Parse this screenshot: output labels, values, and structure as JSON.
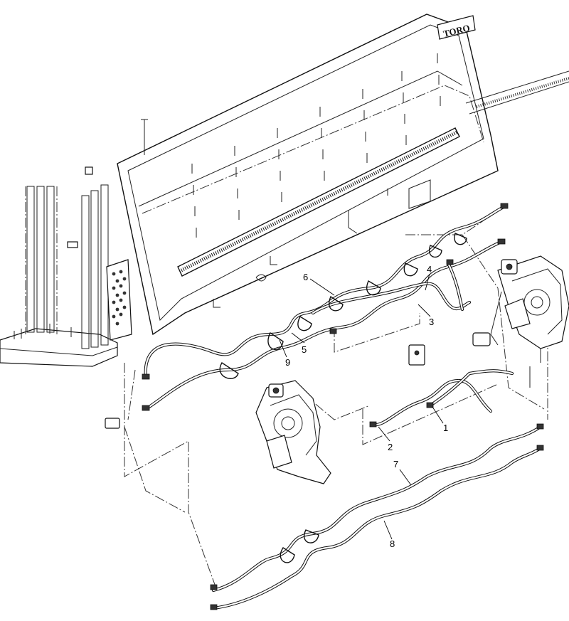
{
  "brand": {
    "logo_text": "TORO"
  },
  "callouts": [
    {
      "id": "1",
      "label": "1"
    },
    {
      "id": "2",
      "label": "2"
    },
    {
      "id": "3",
      "label": "3"
    },
    {
      "id": "4",
      "label": "4"
    },
    {
      "id": "5",
      "label": "5"
    },
    {
      "id": "6",
      "label": "6"
    },
    {
      "id": "7",
      "label": "7"
    },
    {
      "id": "8",
      "label": "8"
    },
    {
      "id": "9",
      "label": "9"
    }
  ]
}
